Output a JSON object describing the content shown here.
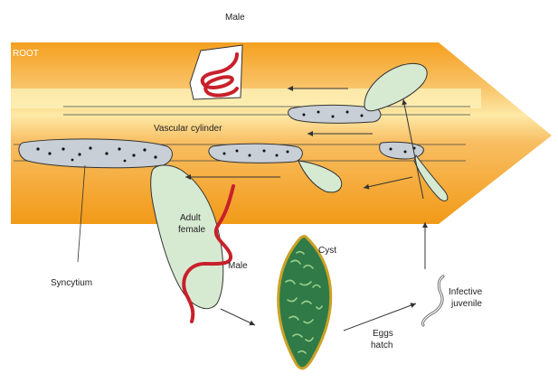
{
  "labels": {
    "male_top": "Male",
    "root": "ROOT",
    "vascular_cylinder": "Vascular cylinder",
    "adult_female_line1": "Adult",
    "adult_female_line2": "female",
    "male_lower": "Male",
    "cyst": "Cyst",
    "syncytium": "Syncytium",
    "infective_line1": "Infective",
    "infective_line2": "juvenile",
    "eggs_line1": "Eggs",
    "eggs_line2": "hatch"
  },
  "colors": {
    "root_fill": "#f7a82a",
    "root_band": "#fbd98a",
    "root_core": "#fdf3c0",
    "syncytium_fill": "#c9cfd6",
    "nematode_fill": "#d6ead2",
    "male_red": "#c8202a",
    "cyst_fill": "#2f7a47",
    "cyst_rim": "#c9a227"
  }
}
